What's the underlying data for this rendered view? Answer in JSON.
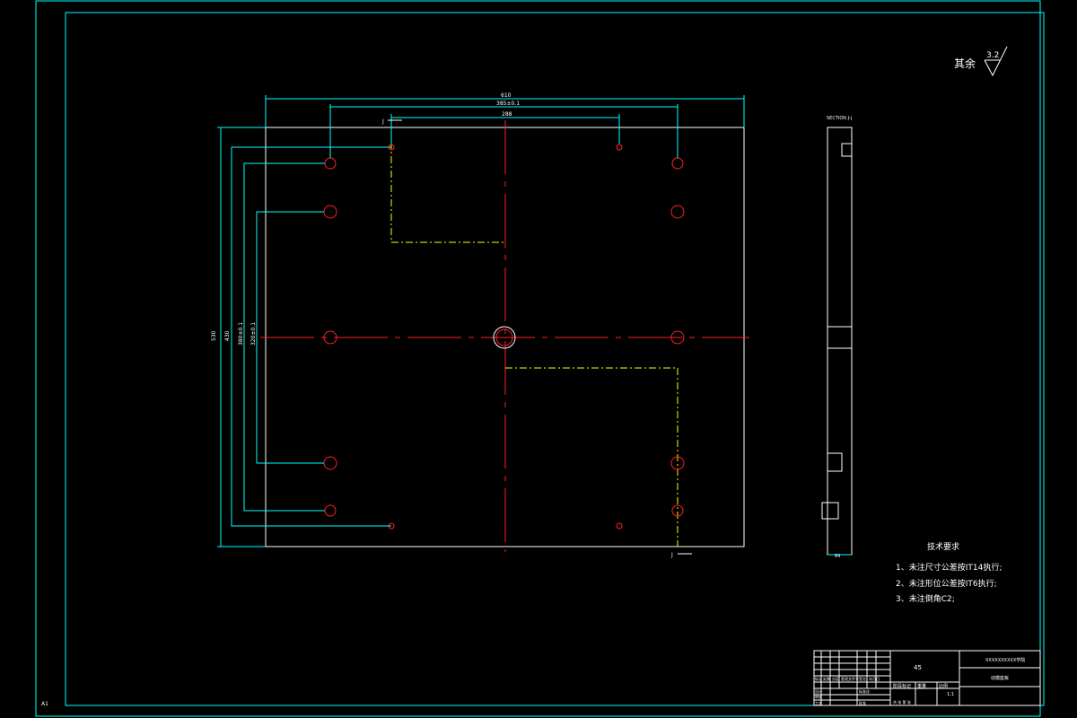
{
  "roughness": {
    "label": "其余",
    "value": "3.2"
  },
  "dims": {
    "top_overall": "610",
    "top_mid": "385±0.1",
    "top_inner": "288",
    "left_overall": "530",
    "left_2": "430",
    "left_3": "380±0.1",
    "left_4": "320±0.1",
    "side_bottom": "64"
  },
  "section": {
    "title": "SECTION J-J",
    "mark": "J"
  },
  "tech_req": {
    "title": "技术要求",
    "items": [
      "1、未注尺寸公差按IT14执行;",
      "2、未注形位公差按IT6执行;",
      "3、未注倒角C2;"
    ]
  },
  "title_block": {
    "material": "45",
    "university": "XXXXXXXXXX学院",
    "part_name": "动模座板",
    "drawing_no": "",
    "scale_label": "比例",
    "scale_value": "1:1",
    "weight_label": "重量",
    "stage_label": "阶段标记",
    "sheet_label": "共  张 第  张",
    "row_labels": [
      "标记",
      "处数",
      "分区",
      "更改文件号",
      "签名",
      "年月日"
    ],
    "role_labels": [
      "设计",
      "审核",
      "工艺",
      "标准化",
      "批准"
    ],
    "footer_note": "A1"
  }
}
